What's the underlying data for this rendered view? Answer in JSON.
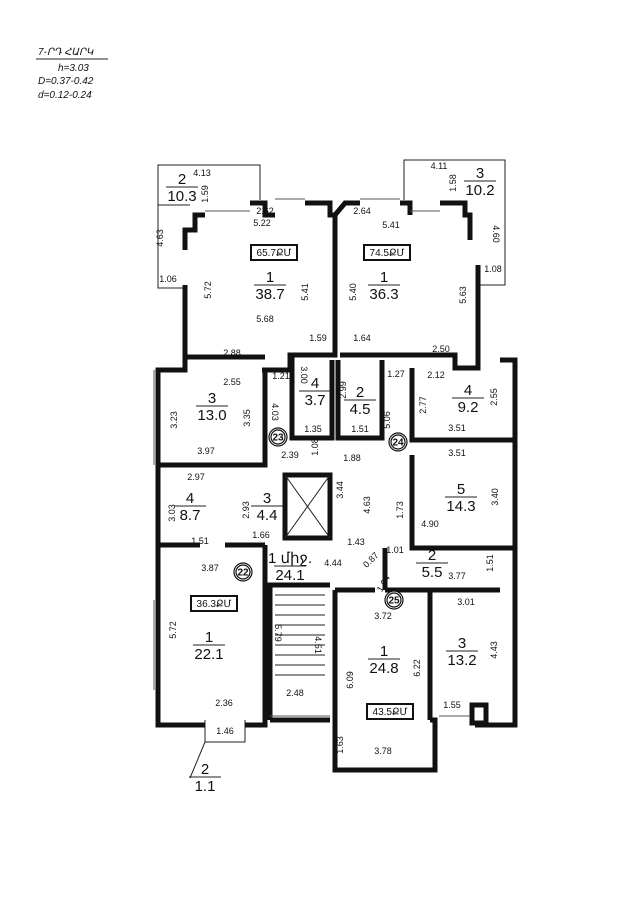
{
  "header": {
    "title": "7-ՐԴ ՀԱՐԿ",
    "h": "h=3.03",
    "D": "D=0.37-0.42",
    "d": "d=0.12-0.24"
  },
  "rooms": [
    {
      "number": "2",
      "area": "10.3"
    },
    {
      "number": "1",
      "area": "38.7"
    },
    {
      "number": "1",
      "area": "36.3"
    },
    {
      "number": "3",
      "area": "10.2"
    },
    {
      "number": "3",
      "area": "13.0"
    },
    {
      "number": "4",
      "area": "3.7"
    },
    {
      "number": "2",
      "area": "4.5"
    },
    {
      "number": "4",
      "area": "9.2"
    },
    {
      "number": "5",
      "area": "14.3"
    },
    {
      "number": "4",
      "area": "8.7"
    },
    {
      "number": "3",
      "area": "4.4"
    },
    {
      "number": "2",
      "area": "5.5"
    },
    {
      "number": "1",
      "area": "22.1"
    },
    {
      "number": "1",
      "area": "24.8"
    },
    {
      "number": "3",
      "area": "13.2"
    },
    {
      "number": "2",
      "area": "1.1"
    },
    {
      "number": "1 միջ.",
      "area": "24.1"
    }
  ],
  "area_tags": [
    "65.7ՔՄ",
    "74.5ՔՄ",
    "36.3ՔՄ",
    "43.5ՔՄ"
  ],
  "apartments": [
    "23",
    "24",
    "22",
    "25"
  ],
  "dims": [
    "4.13",
    "1.59",
    "4.63",
    "1.06",
    "5.22",
    "2.62",
    "5.72",
    "5.41",
    "5.68",
    "1.59",
    "2.88",
    "2.64",
    "5.41",
    "5.40",
    "5.63",
    "1.64",
    "2.50",
    "4.11",
    "1.58",
    "4.60",
    "1.08",
    "2.55",
    "3.23",
    "3.35",
    "4.03",
    "3.97",
    "1.21",
    "3.00",
    "1.35",
    "2.99",
    "1.51",
    "1.27",
    "2.12",
    "2.77",
    "2.55",
    "3.51",
    "2.39",
    "1.08",
    "1.88",
    "5.06",
    "3.51",
    "3.40",
    "1.73",
    "4.90",
    "2.97",
    "3.03",
    "1.51",
    "2.93",
    "1.66",
    "3.44",
    "4.63",
    "1.43",
    "3.87",
    "4.44",
    "0.87",
    "1.04",
    "1.01",
    "3.77",
    "1.51",
    "5.72",
    "2.36",
    "1.46",
    "5.79",
    "4.51",
    "2.48",
    "3.72",
    "6.09",
    "6.22",
    "1.63",
    "3.78",
    "3.01",
    "4.43",
    "1.55"
  ]
}
